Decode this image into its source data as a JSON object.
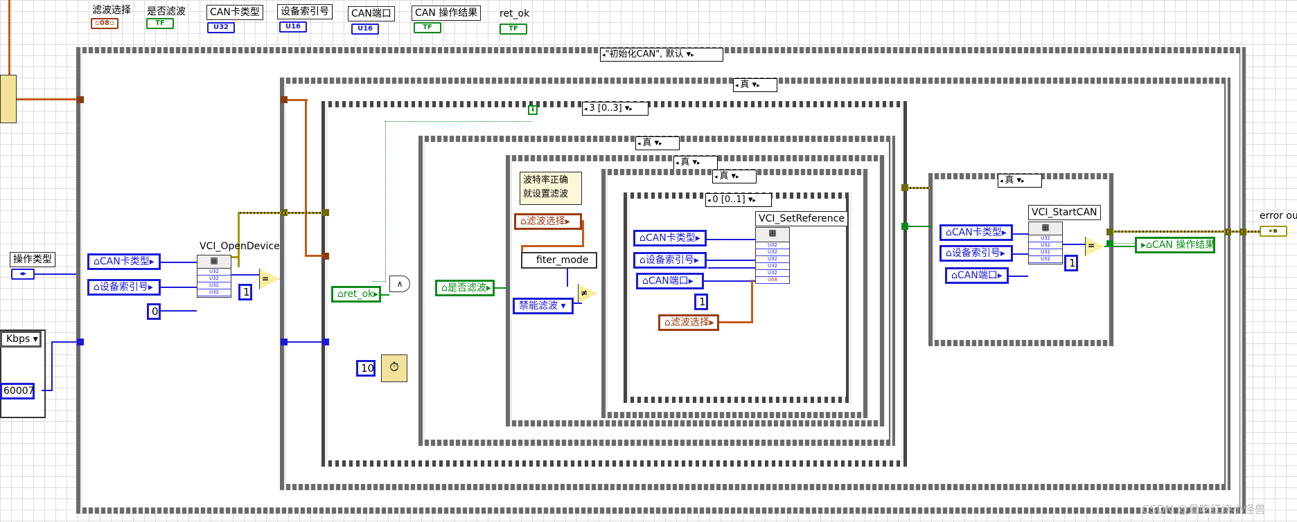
{
  "top_controls": [
    {
      "label": "滤波选择",
      "term": "▫08▫"
    },
    {
      "label": "是否滤波",
      "term": "TF"
    },
    {
      "label": "CAN卡类型",
      "term": "U32"
    },
    {
      "label": "设备索引号",
      "term": "U16"
    },
    {
      "label": "CAN端口",
      "term": "U16"
    },
    {
      "label": "CAN 操作结果",
      "term": "TF"
    },
    {
      "label": "ret_ok",
      "term": "TF"
    }
  ],
  "case_outer": {
    "selector": "\"初始化CAN\", 默认 ▾"
  },
  "case_true_1": {
    "selector": "真 ▾"
  },
  "sequence": {
    "selector": "3 [0..3] ▾"
  },
  "case_true_2": {
    "selector": "真 ▾"
  },
  "case_true_3": {
    "selector": "真 ▾"
  },
  "case_true_4": {
    "selector": "真 ▾"
  },
  "seq_inner": {
    "selector": "0 [0..1] ▾"
  },
  "case_true_5": {
    "selector": "真 ▾"
  },
  "left": {
    "op_type_label": "操作类型",
    "kbps_label": "Kbps",
    "const_value": "60007"
  },
  "open_device": {
    "title": "VCI_OpenDevice",
    "in_can_type": "CAN卡类型",
    "in_device_index": "设备索引号",
    "const_zero": "0",
    "const_one": "1"
  },
  "middle": {
    "ret_ok": "ret_ok",
    "wait_ms": "10",
    "is_filter": "是否滤波",
    "comment": "波特率正确\n就设置滤波",
    "filter_select": "滤波选择",
    "filter_mode": "fiter_mode",
    "enable_filter": "禁能滤波"
  },
  "set_reference": {
    "title": "VCI_SetReference",
    "in_can_type": "CAN卡类型",
    "in_device_index": "设备索引号",
    "in_can_port": "CAN端口",
    "const_one": "1",
    "filter_select": "滤波选择"
  },
  "start_can": {
    "title": "VCI_StartCAN",
    "in_can_type": "CAN卡类型",
    "in_device_index": "设备索引号",
    "in_can_port": "CAN端口",
    "const_one": "1",
    "out_result": "CAN 操作结果"
  },
  "error_out_label": "error ou",
  "watermark": "CSDN @爱吃红烧小怪兽"
}
